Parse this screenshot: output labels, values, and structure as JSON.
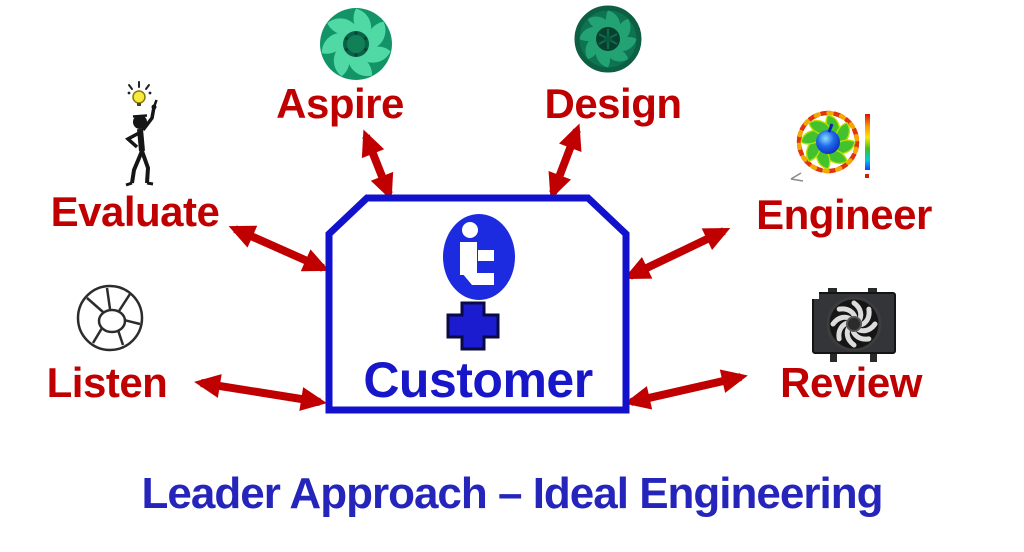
{
  "title": "Leader Approach – Ideal Engineering",
  "center": {
    "label": "Customer",
    "logo_icon": "ideal-engineering-logo",
    "plus_icon": "plus-sign"
  },
  "nodes": [
    {
      "id": "aspire",
      "label": "Aspire",
      "icon": "green-fan-impeller-icon"
    },
    {
      "id": "design",
      "label": "Design",
      "icon": "green-rimmed-fan-icon"
    },
    {
      "id": "evaluate",
      "label": "Evaluate",
      "icon": "idea-person-sketch-icon"
    },
    {
      "id": "engineer",
      "label": "Engineer",
      "icon": "cfd-fan-simulation-icon"
    },
    {
      "id": "listen",
      "label": "Listen",
      "icon": "fan-outline-sketch-icon"
    },
    {
      "id": "review",
      "label": "Review",
      "icon": "radiator-fan-assembly-icon"
    }
  ],
  "connections": [
    {
      "from": "aspire",
      "to": "customer",
      "bidirectional": true
    },
    {
      "from": "design",
      "to": "customer",
      "bidirectional": true
    },
    {
      "from": "evaluate",
      "to": "customer",
      "bidirectional": true
    },
    {
      "from": "engineer",
      "to": "customer",
      "bidirectional": true
    },
    {
      "from": "listen",
      "to": "customer",
      "bidirectional": true
    },
    {
      "from": "review",
      "to": "customer",
      "bidirectional": true
    }
  ],
  "colors": {
    "arrow_and_label_red": "#C00000",
    "box_border_blue": "#1212CD",
    "customer_text_blue": "#1717C9",
    "title_blue": "#2525BC",
    "logo_blue": "#1C2AE0",
    "fan_green": "#129468",
    "fan_dark_green": "#0E7350",
    "background": "#FFFFFF"
  }
}
